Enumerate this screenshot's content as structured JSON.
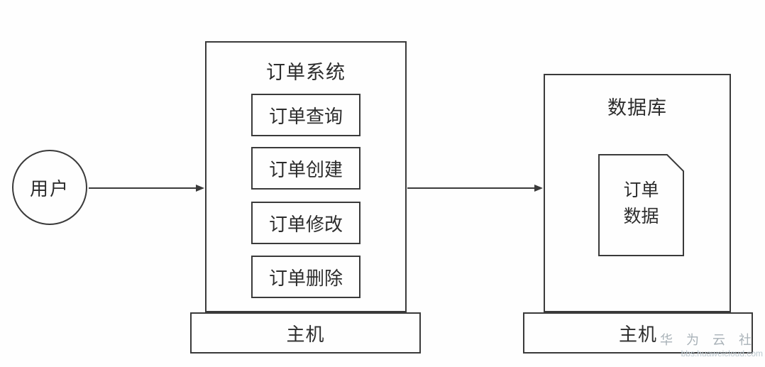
{
  "diagram": {
    "user": {
      "label": "用户"
    },
    "order_system": {
      "title": "订单系统",
      "modules": [
        {
          "label": "订单查询"
        },
        {
          "label": "订单创建"
        },
        {
          "label": "订单修改"
        },
        {
          "label": "订单删除"
        }
      ],
      "host_label": "主机"
    },
    "database": {
      "title": "数据库",
      "document": {
        "line1": "订单",
        "line2": "数据"
      },
      "host_label": "主机"
    },
    "colors": {
      "line": "#3a3a3a",
      "text": "#2d2d2d",
      "background": "#fefefe",
      "watermark_brand": "#a9b2b8",
      "watermark_url": "#bcc8cf"
    }
  },
  "watermark": {
    "brand": "华 为 云 社 区",
    "url": "bbs.huaweicloud.com"
  }
}
